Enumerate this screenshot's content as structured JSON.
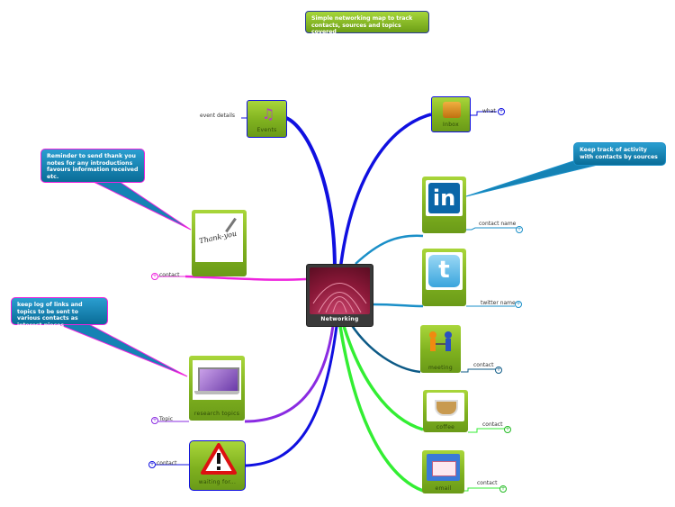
{
  "title_note": "Simple networking map to track contacts, sources and topics covered",
  "center": {
    "label": "Networking"
  },
  "callouts": {
    "thank_you": "Reminder to send thank you notes for any introductions favours information received etc.",
    "sources": "Keep track of activity with contacts by sources",
    "links": "keep log of links and topics to be sent to various contacts as interest pieces"
  },
  "nodes": {
    "events": {
      "label": "Events",
      "tag": "event details"
    },
    "inbox": {
      "label": "Inbox",
      "tag": "what"
    },
    "linkedin": {
      "label": "",
      "tag": "contact name",
      "icon_text": "in"
    },
    "twitter": {
      "label": "",
      "tag": "twitter name",
      "icon_text": "t"
    },
    "meeting": {
      "label": "meeting",
      "tag": "contact"
    },
    "coffee": {
      "label": "coffee",
      "tag": "contact"
    },
    "email": {
      "label": "email",
      "tag": "contact"
    },
    "thankyou": {
      "label": "",
      "tag": "contact",
      "art_text": "Thank-you"
    },
    "research": {
      "label": "research topics",
      "tag": "Topic"
    },
    "waiting": {
      "label": "waiting for...",
      "tag": "contact"
    }
  },
  "colors": {
    "branch_blue": "#1010e0",
    "branch_teal": "#1a8fc8",
    "branch_navy": "#0d5a86",
    "branch_green": "#33ee33",
    "branch_magenta": "#ee22dd",
    "branch_purple": "#8a2be2",
    "node_green": "#8cbf26",
    "callout_blue": "#1582b4"
  }
}
